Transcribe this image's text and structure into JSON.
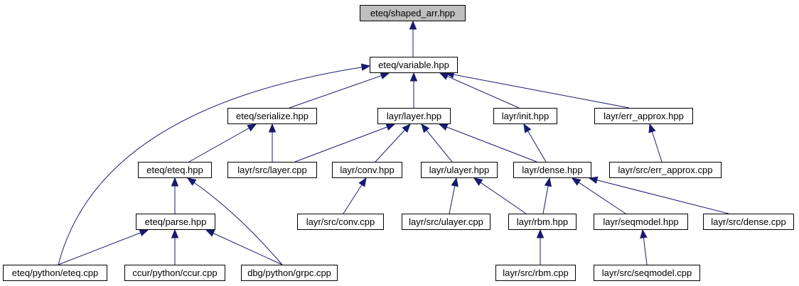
{
  "colors": {
    "edge": "#191970",
    "node_border": "#000000",
    "root_fill": "#bfbfbf",
    "node_fill": "#ffffff"
  },
  "nodes": {
    "shaped_arr": "eteq/shaped_arr.hpp",
    "variable": "eteq/variable.hpp",
    "serialize": "eteq/serialize.hpp",
    "layer_hpp": "layr/layer.hpp",
    "init": "layr/init.hpp",
    "err_approx": "layr/err_approx.hpp",
    "eteq_hpp": "eteq/eteq.hpp",
    "src_layer": "layr/src/layer.cpp",
    "conv_hpp": "layr/conv.hpp",
    "ulayer_hpp": "layr/ulayer.hpp",
    "dense_hpp": "layr/dense.hpp",
    "src_err_approx": "layr/src/err_approx.cpp",
    "parse_hpp": "eteq/parse.hpp",
    "src_conv": "layr/src/conv.cpp",
    "src_ulayer": "layr/src/ulayer.cpp",
    "rbm_hpp": "layr/rbm.hpp",
    "seqmodel_hpp": "layr/seqmodel.hpp",
    "src_dense": "layr/src/dense.cpp",
    "py_eteq": "eteq/python/eteq.cpp",
    "py_ccur": "ccur/python/ccur.cpp",
    "py_grpc": "dbg/python/grpc.cpp",
    "src_rbm": "layr/src/rbm.cpp",
    "src_seqmodel": "layr/src/seqmodel.cpp"
  },
  "edges": [
    [
      "variable",
      "shaped_arr"
    ],
    [
      "serialize",
      "variable"
    ],
    [
      "layer_hpp",
      "variable"
    ],
    [
      "init",
      "variable"
    ],
    [
      "err_approx",
      "variable"
    ],
    [
      "py_eteq",
      "variable"
    ],
    [
      "eteq_hpp",
      "serialize"
    ],
    [
      "src_layer",
      "serialize"
    ],
    [
      "src_layer",
      "layer_hpp"
    ],
    [
      "conv_hpp",
      "layer_hpp"
    ],
    [
      "ulayer_hpp",
      "layer_hpp"
    ],
    [
      "dense_hpp",
      "layer_hpp"
    ],
    [
      "dense_hpp",
      "init"
    ],
    [
      "src_err_approx",
      "err_approx"
    ],
    [
      "parse_hpp",
      "eteq_hpp"
    ],
    [
      "py_grpc",
      "eteq_hpp"
    ],
    [
      "src_conv",
      "conv_hpp"
    ],
    [
      "src_ulayer",
      "ulayer_hpp"
    ],
    [
      "rbm_hpp",
      "ulayer_hpp"
    ],
    [
      "rbm_hpp",
      "dense_hpp"
    ],
    [
      "seqmodel_hpp",
      "dense_hpp"
    ],
    [
      "src_dense",
      "dense_hpp"
    ],
    [
      "py_eteq",
      "parse_hpp"
    ],
    [
      "py_ccur",
      "parse_hpp"
    ],
    [
      "py_grpc",
      "parse_hpp"
    ],
    [
      "src_rbm",
      "rbm_hpp"
    ],
    [
      "src_seqmodel",
      "seqmodel_hpp"
    ]
  ]
}
